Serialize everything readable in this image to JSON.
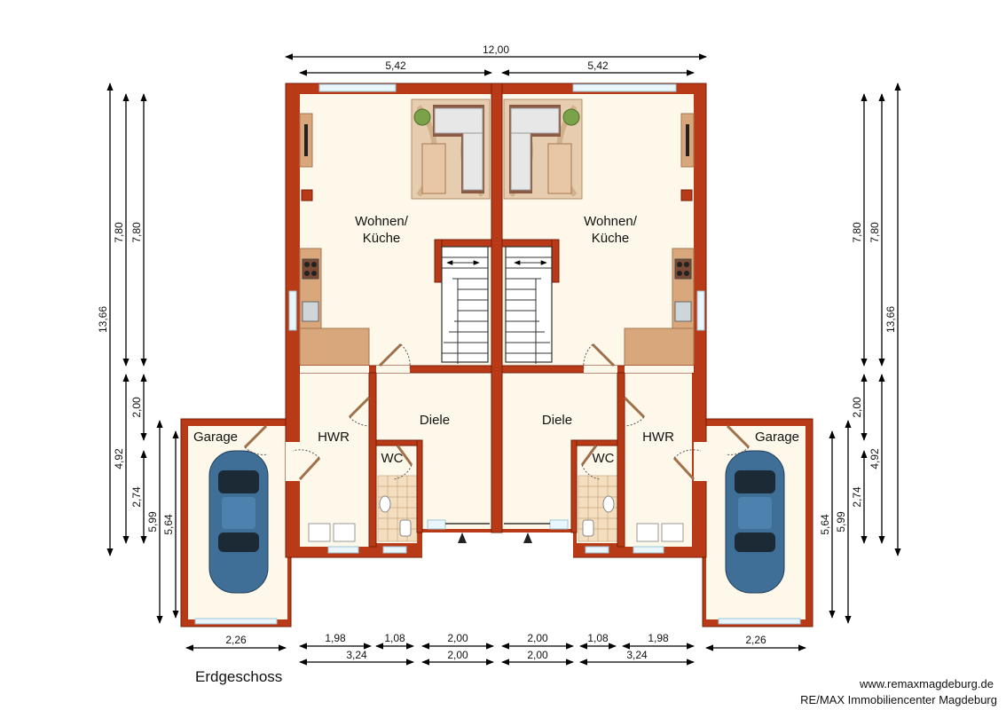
{
  "floor_label": "Erdgeschoss",
  "credit": {
    "url": "www.remaxmagdeburg.de",
    "company": "RE/MAX Immobiliencenter Magdeburg"
  },
  "rooms": {
    "left_wohnen": [
      "Wohnen/",
      "Küche"
    ],
    "right_wohnen": [
      "Wohnen/",
      "Küche"
    ],
    "left_hwr": "HWR",
    "right_hwr": "HWR",
    "left_diele": "Diele",
    "right_diele": "Diele",
    "left_wc": "WC",
    "right_wc": "WC",
    "left_garage": "Garage",
    "right_garage": "Garage"
  },
  "dimensions": {
    "top_total": "12,00",
    "top_left": "5,42",
    "top_right": "5,42",
    "left_total": "13,66",
    "left_wohnen_a": "7,80",
    "left_wohnen_b": "7,80",
    "left_flur": "2,00",
    "left_hwr": "4,92",
    "left_hwr_part": "2,74",
    "left_garage_a": "5,99",
    "left_garage_b": "5,64",
    "right_total": "13,66",
    "right_wohnen_a": "7,80",
    "right_wohnen_b": "7,80",
    "right_flur": "2,00",
    "right_hwr": "4,92",
    "right_hwr_part": "2,74",
    "right_garage_a": "5,99",
    "right_garage_b": "5,64",
    "bottom_l_garage": "2,26",
    "bottom_l_hwr": "1,98",
    "bottom_l_wc": "1,08",
    "bottom_l_diele": "2,00",
    "bottom_l_sum": "3,24",
    "bottom_l_diele2": "2,00",
    "bottom_r_diele": "2,00",
    "bottom_r_wc": "1,08",
    "bottom_r_hwr": "1,98",
    "bottom_r_diele2": "2,00",
    "bottom_r_sum": "3,24",
    "bottom_r_garage": "2,26"
  },
  "colors": {
    "wall": "#b83a16",
    "floor": "#fdf8ea",
    "car": "#3f6f96"
  }
}
